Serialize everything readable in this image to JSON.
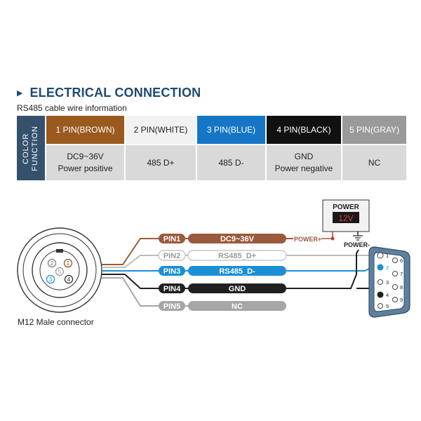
{
  "header": {
    "title": "ELECTRICAL CONNECTION",
    "subtitle": "RS485 cable wire information"
  },
  "table": {
    "side_label": "COLOR\nFUNCTION",
    "headers": [
      {
        "label": "1 PIN(BROWN)",
        "bg": "#9a5a1e",
        "fg": "#ffffff"
      },
      {
        "label": "2 PIN(WHITE)",
        "bg": "#f2f2f2",
        "fg": "#222222"
      },
      {
        "label": "3 PIN(BLUE)",
        "bg": "#1476c4",
        "fg": "#ffffff"
      },
      {
        "label": "4 PIN(BLACK)",
        "bg": "#111111",
        "fg": "#ffffff"
      },
      {
        "label": "5 PIN(GRAY)",
        "bg": "#9a9a9a",
        "fg": "#ffffff"
      }
    ],
    "functions": [
      {
        "line1": "DC9~36V",
        "line2": "Power positive"
      },
      {
        "line1": "485 D+",
        "line2": ""
      },
      {
        "line1": "485 D-",
        "line2": ""
      },
      {
        "line1": "GND",
        "line2": "Power negative"
      },
      {
        "line1": "NC",
        "line2": ""
      }
    ]
  },
  "diagram": {
    "connector_label": "M12 Male connector",
    "connector_pins": [
      "1",
      "2",
      "3",
      "4",
      "5"
    ],
    "wires": [
      {
        "pin": "PIN1",
        "signal": "DC9~36V",
        "color": "#9a5a3c",
        "text": "#ffffff"
      },
      {
        "pin": "PIN2",
        "signal": "RS485_D+",
        "color": "#ffffff",
        "text": "#9a9a9a"
      },
      {
        "pin": "PIN3",
        "signal": "RS485_D-",
        "color": "#1b8fd6",
        "text": "#ffffff"
      },
      {
        "pin": "PIN4",
        "signal": "GND",
        "color": "#221f1f",
        "text": "#ffffff"
      },
      {
        "pin": "PIN5",
        "signal": "NC",
        "color": "#a6a6a6",
        "text": "#ffffff"
      }
    ],
    "power": {
      "title": "POWER",
      "voltage": "12V",
      "plus": "POWER+",
      "minus": "POWER-"
    },
    "db9_pins": [
      "1",
      "2",
      "3",
      "4",
      "5",
      "6",
      "7",
      "8",
      "9"
    ]
  },
  "colors": {
    "accent": "#1e4a72",
    "power_red": "#c0392b",
    "db9_blue": "#4a6d8c"
  }
}
